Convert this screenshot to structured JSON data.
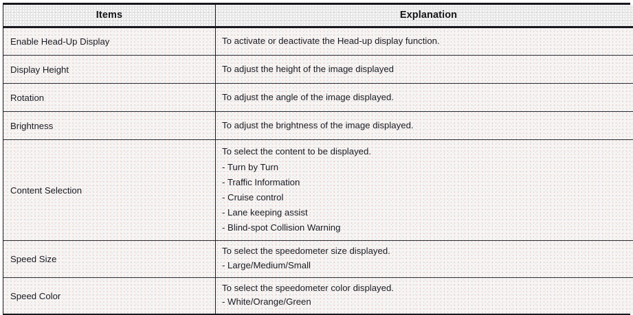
{
  "table": {
    "headers": {
      "items": "Items",
      "explanation": "Explanation"
    },
    "rows": [
      {
        "item": "Enable Head-Up Display",
        "lead": "To activate or deactivate the Head-up display function.",
        "options": []
      },
      {
        "item": "Display Height",
        "lead": "To adjust the height of the image displayed",
        "options": []
      },
      {
        "item": "Rotation",
        "lead": "To adjust the angle of the image displayed.",
        "options": []
      },
      {
        "item": "Brightness",
        "lead": "To adjust the brightness of the image displayed.",
        "options": []
      },
      {
        "item": "Content Selection",
        "lead": "To select the content to be displayed.",
        "options": [
          "- Turn by Turn",
          "- Traffic Information",
          "- Cruise control",
          "- Lane keeping assist",
          "- Blind-spot Collision Warning"
        ]
      },
      {
        "item": "Speed Size",
        "lead": "To select the speedometer size displayed.",
        "options": [
          "- Large/Medium/Small"
        ]
      },
      {
        "item": "Speed Color",
        "lead": "To select the speedometer color displayed.",
        "options": [
          "- White/Orange/Green"
        ]
      }
    ]
  },
  "colors": {
    "border": "#17171d",
    "header_bg": "#e7e7e7",
    "cell_bg": "#f6f5f3",
    "text": "#1a1a22"
  }
}
